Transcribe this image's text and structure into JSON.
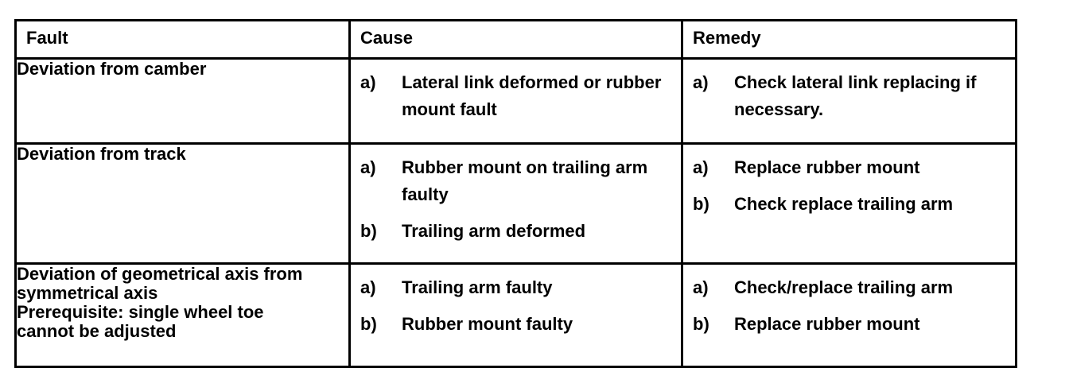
{
  "table": {
    "headers": {
      "fault": "Fault",
      "cause": "Cause",
      "remedy": "Remedy"
    },
    "rows": [
      {
        "fault": [
          "Deviation from camber"
        ],
        "cause": [
          {
            "marker": "a)",
            "text": "Lateral link deformed or rubber mount fault"
          }
        ],
        "remedy": [
          {
            "marker": "a)",
            "text": "Check lateral link replacing if necessary."
          }
        ]
      },
      {
        "fault": [
          "Deviation from track"
        ],
        "cause": [
          {
            "marker": "a)",
            "text": "Rubber mount on trailing arm faulty"
          },
          {
            "marker": "b)",
            "text": "Trailing arm deformed"
          }
        ],
        "remedy": [
          {
            "marker": "a)",
            "text": "Replace rubber mount"
          },
          {
            "marker": "b)",
            "text": "Check replace trailing arm"
          }
        ]
      },
      {
        "fault": [
          "Deviation of geometrical axis from",
          "symmetrical axis",
          "Prerequisite: single wheel toe",
          "cannot be adjusted"
        ],
        "cause": [
          {
            "marker": "a)",
            "text": "Trailing arm faulty"
          },
          {
            "marker": "b)",
            "text": "Rubber mount faulty"
          }
        ],
        "remedy": [
          {
            "marker": "a)",
            "text": "Check/replace trailing arm"
          },
          {
            "marker": "b)",
            "text": "Replace rubber mount"
          }
        ]
      }
    ]
  }
}
